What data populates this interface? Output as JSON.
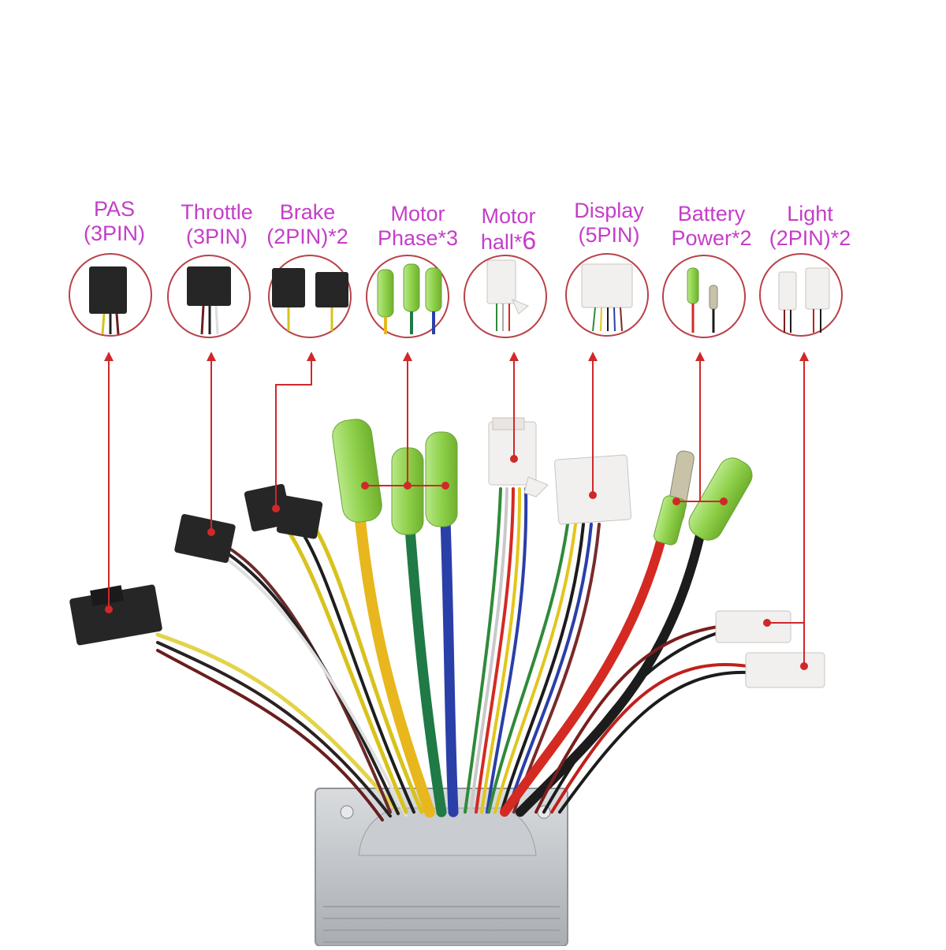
{
  "labels": [
    {
      "line1": "PAS",
      "line2": "(3PIN)"
    },
    {
      "line1": "Throttle",
      "line2": "(3PIN)"
    },
    {
      "line1": "Brake",
      "line2": "(2PIN)*2"
    },
    {
      "line1": "Motor",
      "line2": "Phase*3"
    },
    {
      "line1": "Motor",
      "line2": "hall*",
      "line2_suffix": "6"
    },
    {
      "line1": "Display",
      "line2": "(5PIN)"
    },
    {
      "line1": "Battery",
      "line2": "Power*2"
    },
    {
      "line1": "Light",
      "line2": "(2PIN)*2"
    }
  ],
  "colors": {
    "label_text": "#c43ec8",
    "leader_line": "#d0282a",
    "circle_border": "#b8424a",
    "connector_black": "#262626",
    "connector_white": "#f2f0ee",
    "connector_green": "#8fd14a",
    "wire_yellow": "#e8c21a",
    "wire_green": "#1f7a45",
    "wire_blue": "#2a3fa8",
    "wire_red": "#d42a22",
    "wire_black": "#1c1c1c",
    "wire_white": "#dcdcdc",
    "housing": "#bfc3c7"
  }
}
